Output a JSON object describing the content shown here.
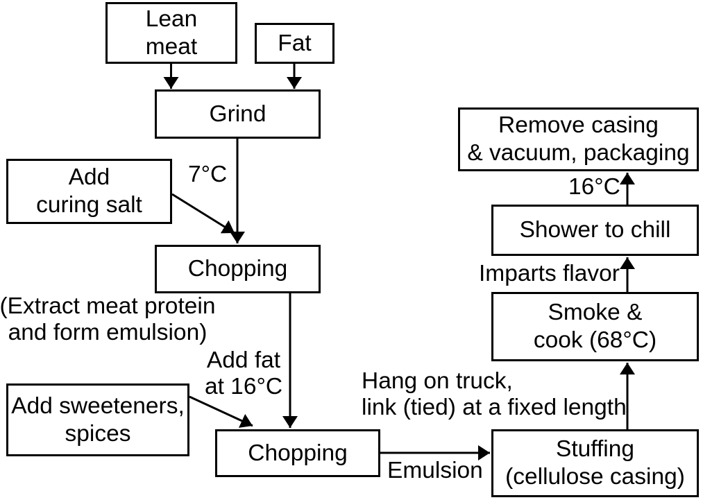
{
  "colors": {
    "background": "#ffffff",
    "line": "#000000",
    "text": "#000000"
  },
  "boxes": {
    "lean_meat": {
      "label": "Lean\nmeat"
    },
    "fat": {
      "label": "Fat"
    },
    "grind": {
      "label": "Grind"
    },
    "add_curing_salt": {
      "label": "Add\ncuring salt"
    },
    "chopping_1": {
      "label": "Chopping"
    },
    "add_sweeteners": {
      "label": "Add sweeteners,\nspices"
    },
    "chopping_2": {
      "label": "Chopping"
    },
    "stuffing": {
      "label": "Stuffing\n(cellulose casing)"
    },
    "smoke_cook": {
      "label": "Smoke &\ncook (68°C)"
    },
    "shower": {
      "label": "Shower to chill"
    },
    "remove_casing": {
      "label": "Remove casing\n& vacuum, packaging"
    }
  },
  "labels": {
    "temp_7c": "7°C",
    "extract_note": "(Extract meat protein\nand form emulsion)",
    "add_fat": "Add fat\nat 16°C",
    "hang_note": "Hang on truck,\nlink (tied) at a fixed length",
    "emulsion": "Emulsion",
    "imparts_flavor": "Imparts flavor",
    "temp_16c": "16°C"
  }
}
